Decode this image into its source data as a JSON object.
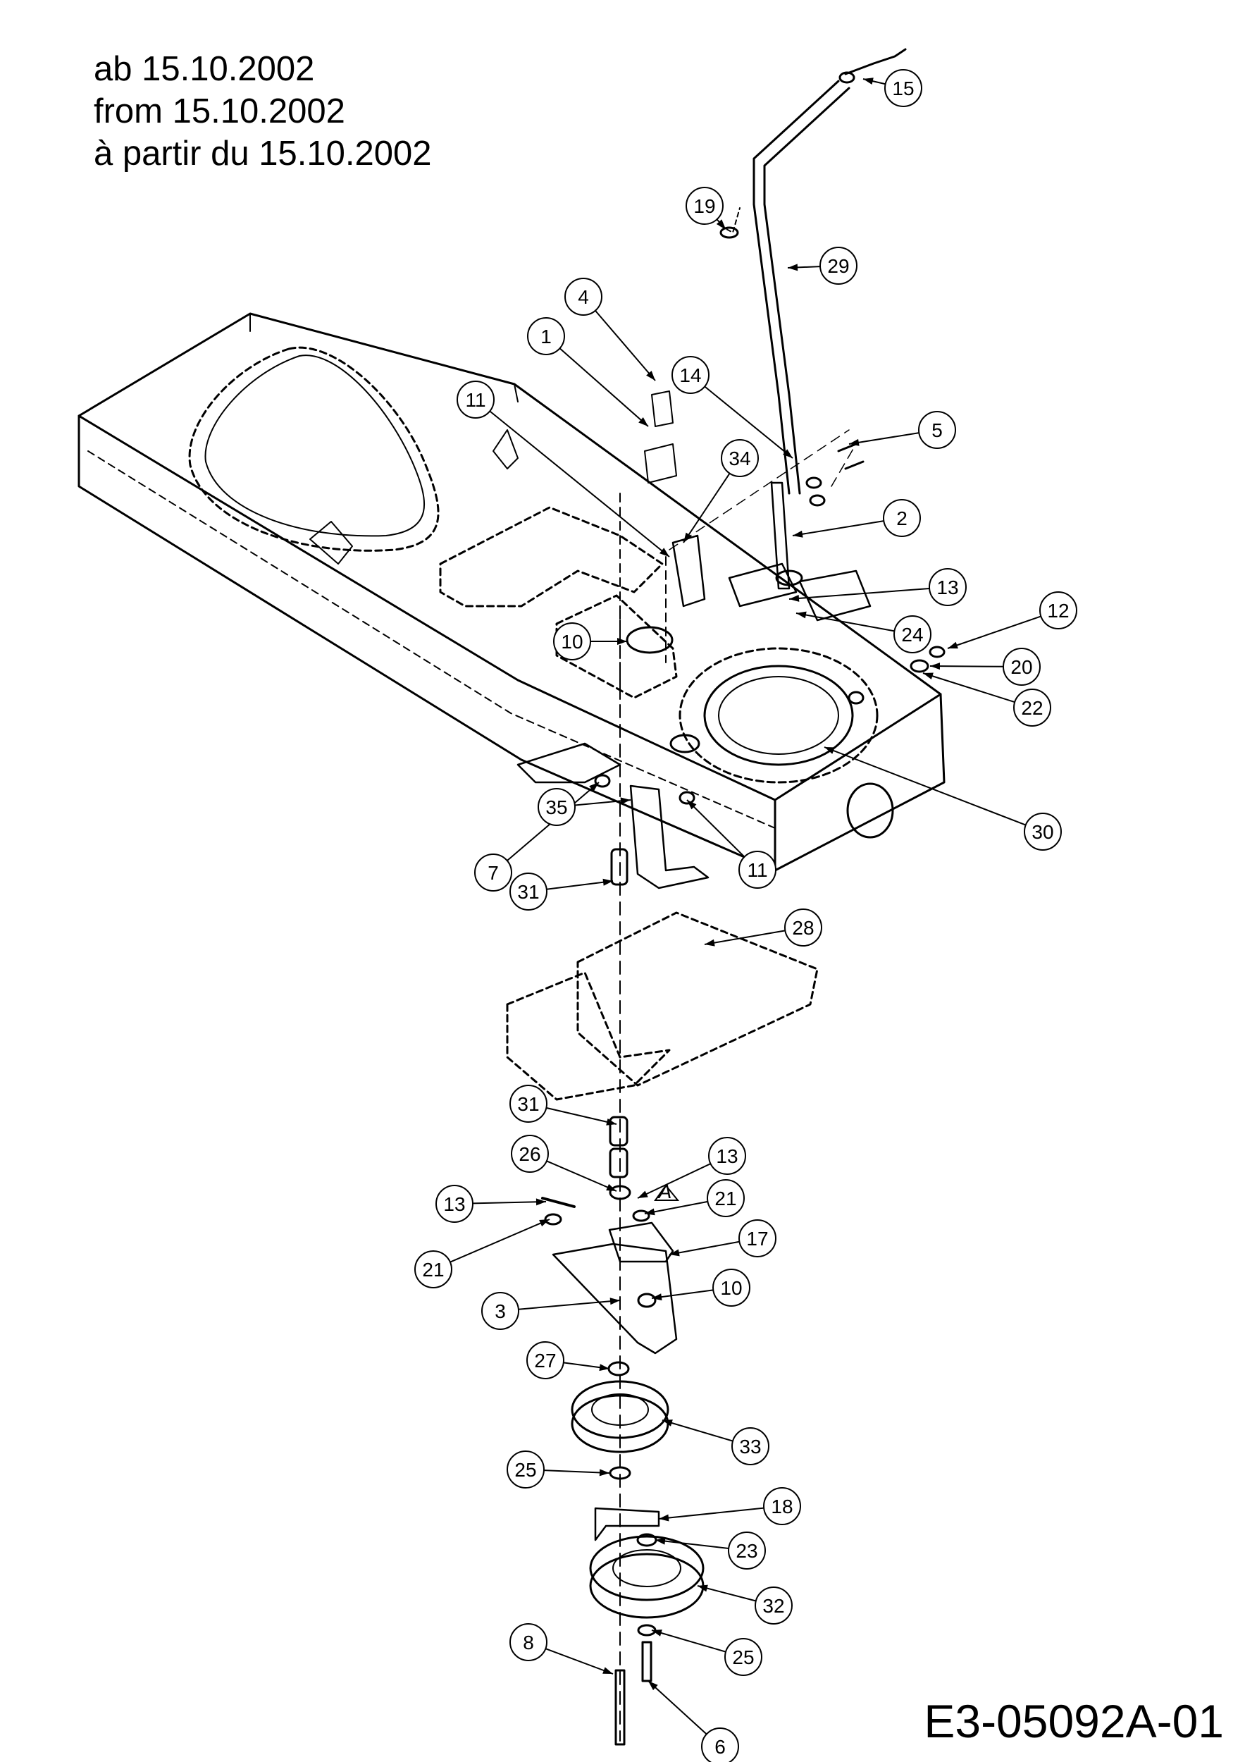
{
  "header": {
    "dates": [
      "ab 15.10.2002",
      "from 15.10.2002",
      "à partir du 15.10.2002"
    ]
  },
  "drawing_id": "E3-05092A-01",
  "callouts": [
    {
      "n": "15"
    },
    {
      "n": "19"
    },
    {
      "n": "29"
    },
    {
      "n": "4"
    },
    {
      "n": "1"
    },
    {
      "n": "14"
    },
    {
      "n": "5"
    },
    {
      "n": "11"
    },
    {
      "n": "34"
    },
    {
      "n": "2"
    },
    {
      "n": "13"
    },
    {
      "n": "12"
    },
    {
      "n": "24"
    },
    {
      "n": "10"
    },
    {
      "n": "20"
    },
    {
      "n": "22"
    },
    {
      "n": "30"
    },
    {
      "n": "35"
    },
    {
      "n": "7"
    },
    {
      "n": "31"
    },
    {
      "n": "11"
    },
    {
      "n": "28"
    },
    {
      "n": "31"
    },
    {
      "n": "26"
    },
    {
      "n": "13"
    },
    {
      "n": "13"
    },
    {
      "n": "21"
    },
    {
      "n": "17"
    },
    {
      "n": "21"
    },
    {
      "n": "10"
    },
    {
      "n": "3"
    },
    {
      "n": "27"
    },
    {
      "n": "33"
    },
    {
      "n": "25"
    },
    {
      "n": "18"
    },
    {
      "n": "23"
    },
    {
      "n": "32"
    },
    {
      "n": "8"
    },
    {
      "n": "25"
    },
    {
      "n": "6"
    }
  ],
  "detail_marker": "A"
}
